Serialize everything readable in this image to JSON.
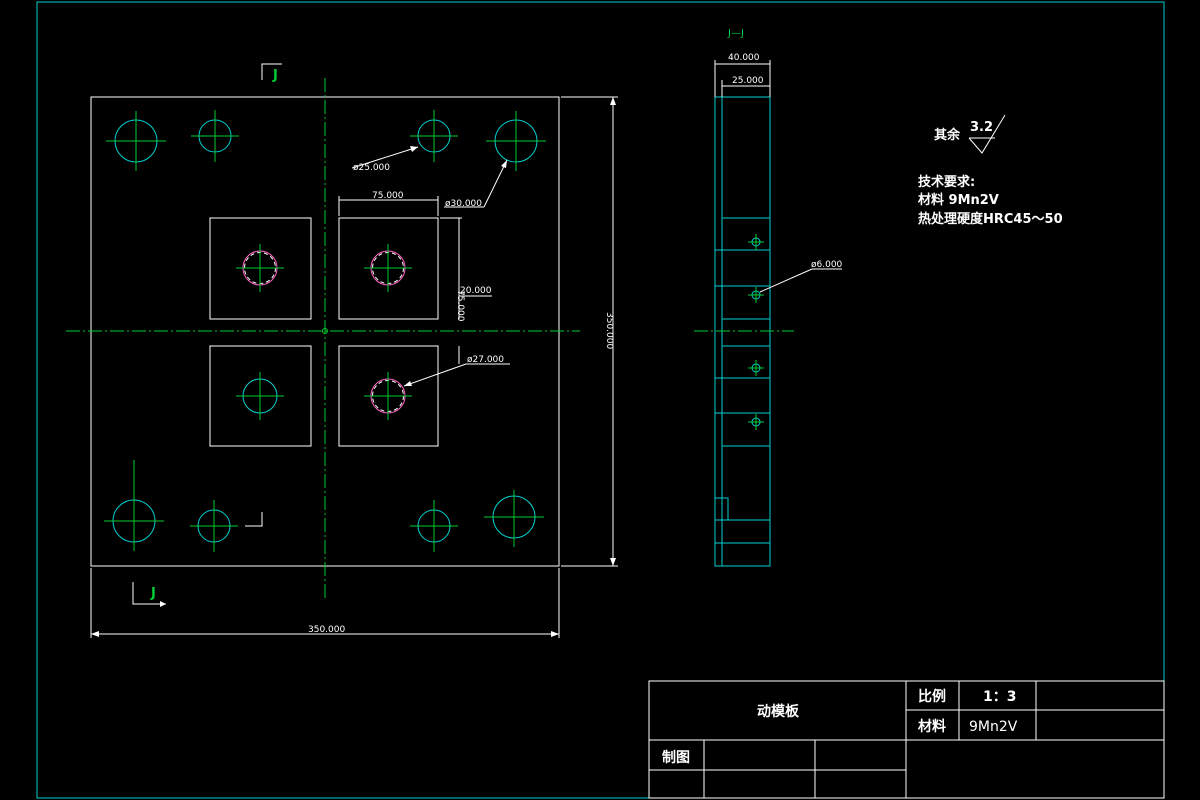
{
  "colors": {
    "background": "#000000",
    "outline": "#00d0d0",
    "center": "#00cc33",
    "dimension": "#ffffff",
    "pinhole": "#ff66cc"
  },
  "section": {
    "top_mark": "J",
    "bottom_mark": "J",
    "view_title": "J—J"
  },
  "front_dims": {
    "d25": "ø25.000",
    "d30": "ø30.000",
    "d27": "ø27.000",
    "w75": "75.000",
    "h75": "75.000",
    "h20": "20.000",
    "h350": "350.000",
    "w350": "350.000"
  },
  "side_dims": {
    "w40": "40.000",
    "w25": "25.000",
    "d6": "ø6.000"
  },
  "roughness": {
    "label": "其余",
    "value": "3.2"
  },
  "requirements": {
    "title": "技术要求:",
    "material": "材料 9Mn2V",
    "hardness": "热处理硬度HRC45～50"
  },
  "title_block": {
    "part_name": "动模板",
    "scale_label": "比例",
    "scale_value": "1：3",
    "material_label": "材料",
    "material_value": "9Mn2V",
    "drawn_label": "制图"
  }
}
